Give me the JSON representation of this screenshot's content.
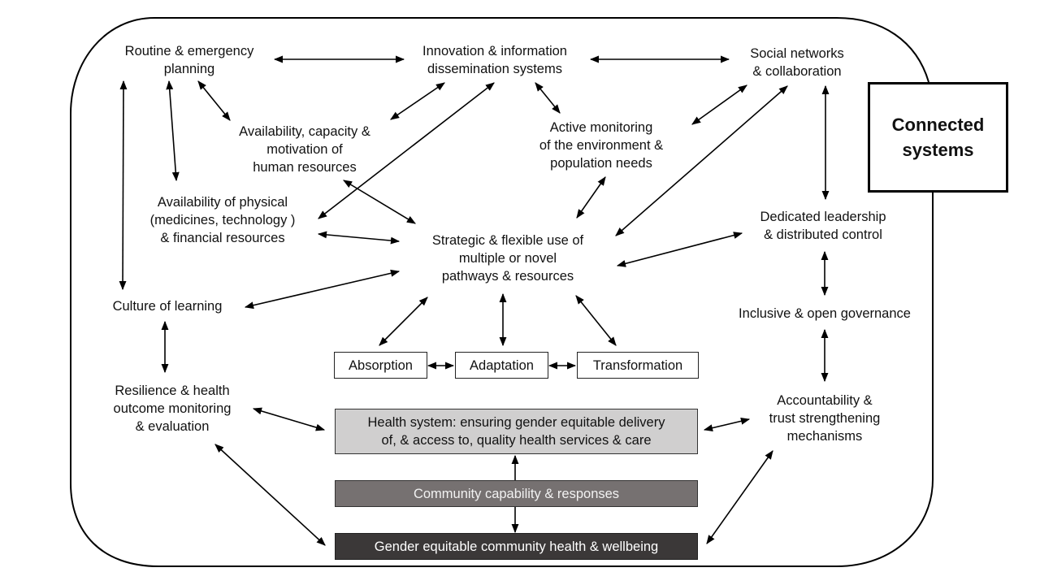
{
  "diagram": {
    "frame_label": "Connected systems",
    "nodes": {
      "routine_planning": "Routine & emergency\nplanning",
      "innovation_info": "Innovation & information\ndissemination systems",
      "social_networks": "Social networks\n& collaboration",
      "human_resources": "Availability, capacity &\nmotivation of\nhuman resources",
      "active_monitoring": "Active monitoring\nof the environment &\npopulation needs",
      "physical_resources": "Availability of physical\n(medicines, technology )\n& financial resources",
      "strategic_use": "Strategic & flexible use of\nmultiple or novel\npathways & resources",
      "dedicated_leadership": "Dedicated leadership\n& distributed control",
      "culture_learning": "Culture of learning",
      "inclusive_governance": "Inclusive & open governance",
      "resilience_monitoring": "Resilience & health\noutcome monitoring\n& evaluation",
      "accountability": "Accountability &\ntrust strengthening\nmechanisms"
    },
    "capacities": {
      "absorption": "Absorption",
      "adaptation": "Adaptation",
      "transformation": "Transformation"
    },
    "layers": {
      "health_system": "Health system: ensuring gender equitable delivery\nof, & access to, quality health services & care",
      "community_capability": "Community capability & responses",
      "community_wellbeing": "Gender equitable community health & wellbeing"
    },
    "colors": {
      "health_system_fill": "#d0cfcf",
      "community_capability_fill": "#767171",
      "community_wellbeing_fill": "#3b3838",
      "line": "#000000"
    },
    "connections": [
      {
        "from": "routine_planning",
        "to": "innovation_info",
        "type": "bidirectional"
      },
      {
        "from": "innovation_info",
        "to": "social_networks",
        "type": "bidirectional"
      },
      {
        "from": "routine_planning",
        "to": "human_resources",
        "type": "bidirectional"
      },
      {
        "from": "routine_planning",
        "to": "physical_resources",
        "type": "bidirectional"
      },
      {
        "from": "routine_planning",
        "to": "culture_learning",
        "type": "bidirectional"
      },
      {
        "from": "innovation_info",
        "to": "human_resources",
        "type": "bidirectional"
      },
      {
        "from": "innovation_info",
        "to": "physical_resources",
        "type": "bidirectional"
      },
      {
        "from": "innovation_info",
        "to": "active_monitoring",
        "type": "bidirectional"
      },
      {
        "from": "social_networks",
        "to": "active_monitoring",
        "type": "bidirectional"
      },
      {
        "from": "social_networks",
        "to": "strategic_use",
        "type": "bidirectional"
      },
      {
        "from": "social_networks",
        "to": "dedicated_leadership",
        "type": "bidirectional"
      },
      {
        "from": "human_resources",
        "to": "strategic_use",
        "type": "bidirectional"
      },
      {
        "from": "active_monitoring",
        "to": "strategic_use",
        "type": "bidirectional"
      },
      {
        "from": "physical_resources",
        "to": "strategic_use",
        "type": "bidirectional"
      },
      {
        "from": "culture_learning",
        "to": "strategic_use",
        "type": "bidirectional"
      },
      {
        "from": "dedicated_leadership",
        "to": "strategic_use",
        "type": "bidirectional"
      },
      {
        "from": "dedicated_leadership",
        "to": "inclusive_governance",
        "type": "bidirectional"
      },
      {
        "from": "inclusive_governance",
        "to": "accountability",
        "type": "bidirectional"
      },
      {
        "from": "culture_learning",
        "to": "resilience_monitoring",
        "type": "bidirectional"
      },
      {
        "from": "strategic_use",
        "to": "absorption",
        "type": "bidirectional"
      },
      {
        "from": "strategic_use",
        "to": "adaptation",
        "type": "bidirectional"
      },
      {
        "from": "strategic_use",
        "to": "transformation",
        "type": "bidirectional"
      },
      {
        "from": "absorption",
        "to": "adaptation",
        "type": "bidirectional"
      },
      {
        "from": "adaptation",
        "to": "transformation",
        "type": "bidirectional"
      },
      {
        "from": "resilience_monitoring",
        "to": "health_system",
        "type": "bidirectional"
      },
      {
        "from": "resilience_monitoring",
        "to": "community_wellbeing",
        "type": "bidirectional"
      },
      {
        "from": "accountability",
        "to": "health_system",
        "type": "bidirectional"
      },
      {
        "from": "accountability",
        "to": "community_wellbeing",
        "type": "bidirectional"
      },
      {
        "from": "community_capability",
        "to": "health_system",
        "type": "directed"
      },
      {
        "from": "community_capability",
        "to": "community_wellbeing",
        "type": "directed"
      }
    ]
  }
}
